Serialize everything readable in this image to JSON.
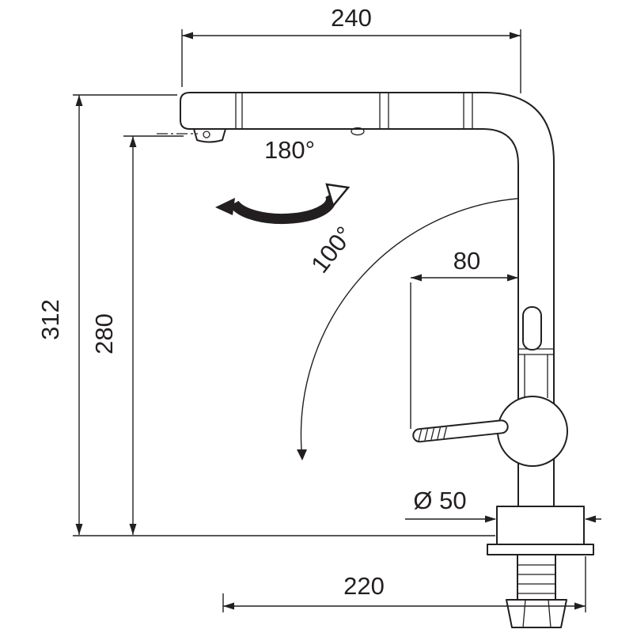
{
  "drawing": {
    "subject": "kitchen faucet with pull-out spray, technical dimension drawing",
    "labels": {
      "width_top": "240",
      "height_overall": "312",
      "height_spout": "280",
      "swivel_angle": "180°",
      "lever_angle": "100°",
      "lever_length": "80",
      "base_diameter": "Ø 50",
      "reach_bottom": "220"
    },
    "colors": {
      "ink": "#231f20",
      "paper": "#ffffff"
    }
  }
}
